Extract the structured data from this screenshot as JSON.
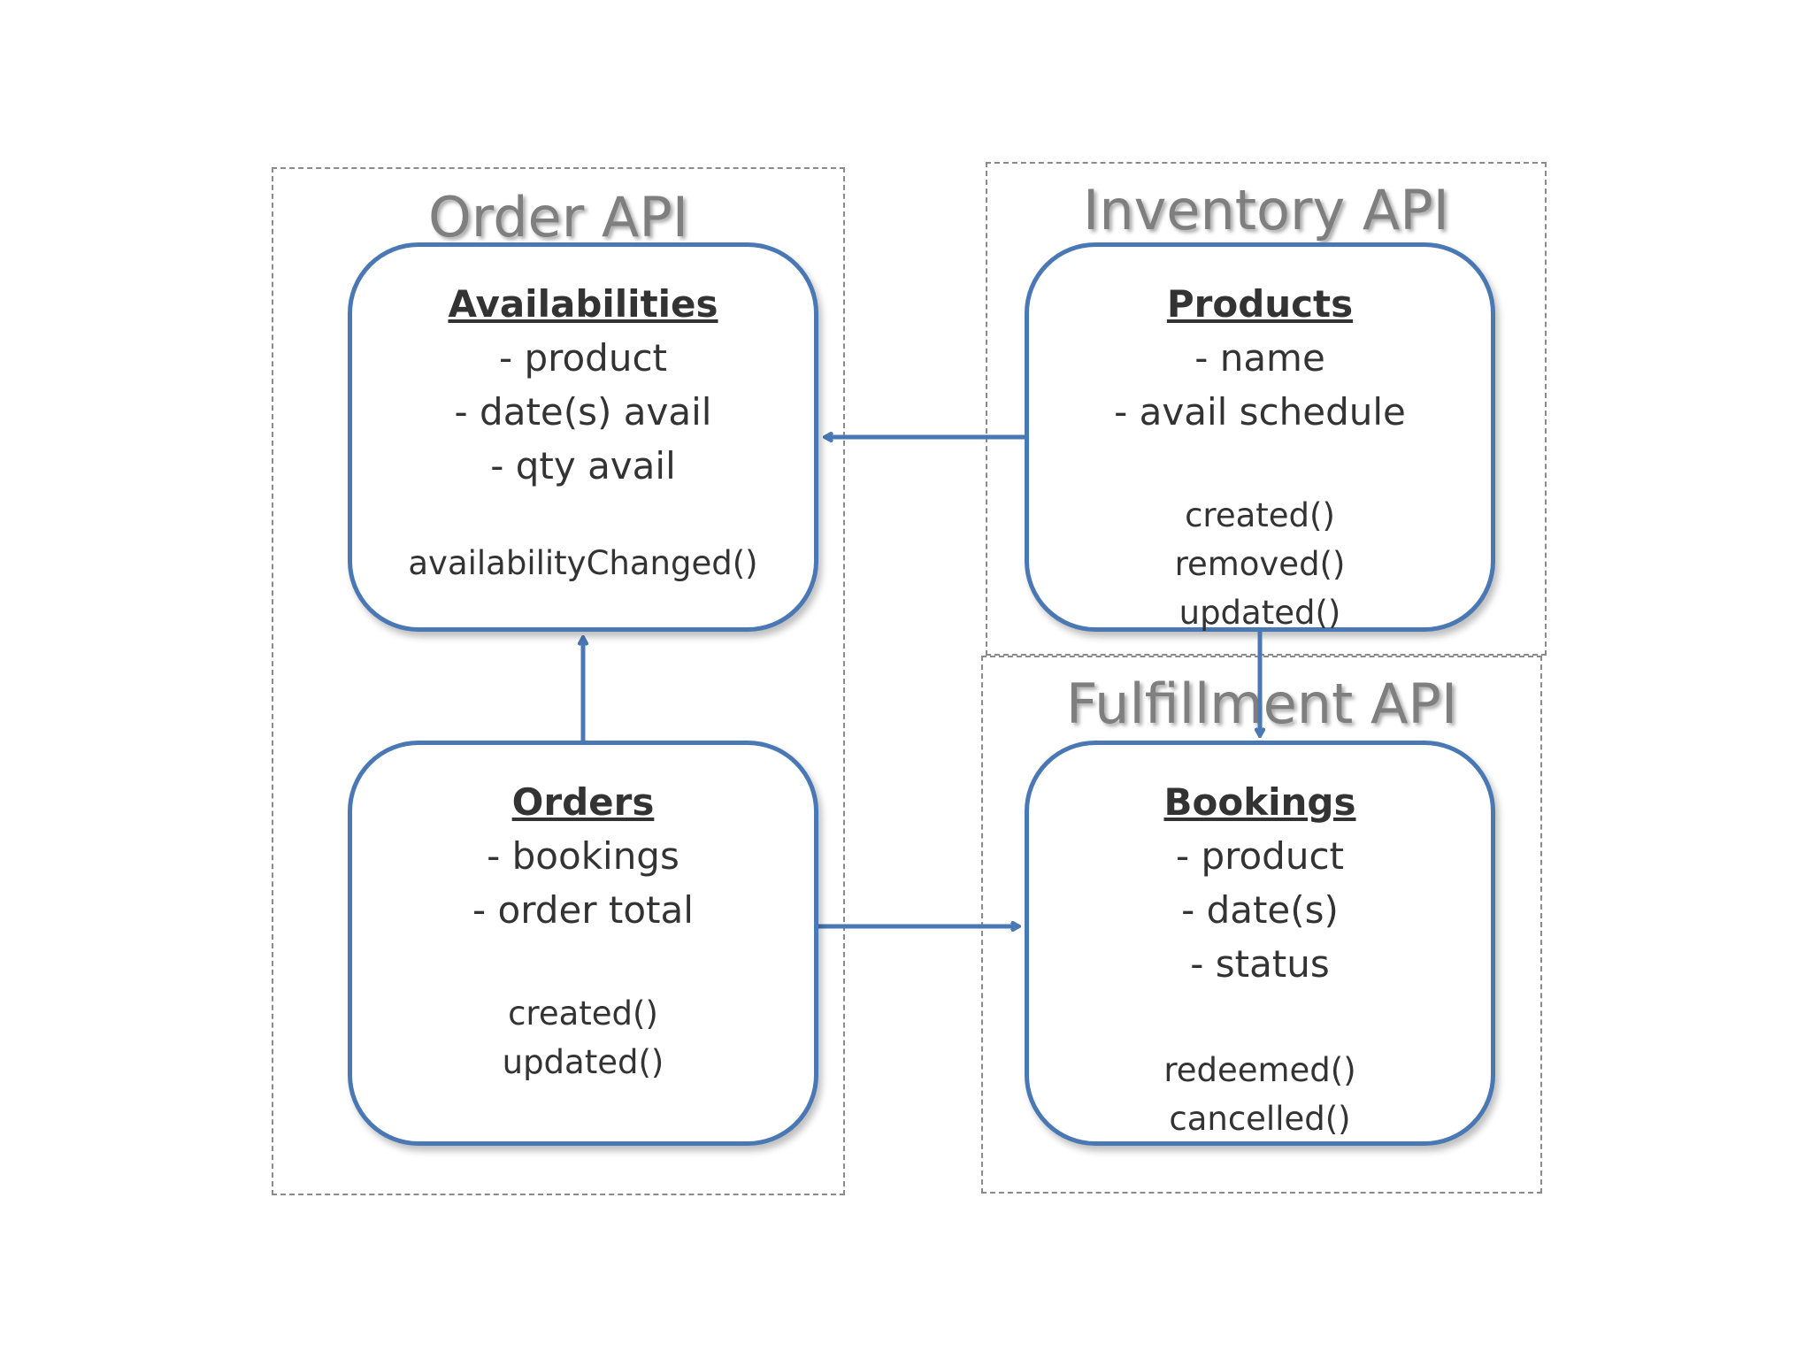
{
  "colors": {
    "box_border": "#4a78b5",
    "group_border": "#8a8a8a",
    "group_title": "#7f7f7f",
    "text": "#333333"
  },
  "groups": {
    "order": {
      "title": "Order API"
    },
    "inventory": {
      "title": "Inventory API"
    },
    "fulfillment": {
      "title": "Fulfillment API"
    }
  },
  "entities": {
    "availabilities": {
      "name": "Availabilities",
      "attributes": [
        "- product",
        "- date(s) avail",
        "- qty avail"
      ],
      "methods": [
        "availabilityChanged()"
      ]
    },
    "products": {
      "name": "Products",
      "attributes": [
        "- name",
        "- avail schedule"
      ],
      "methods": [
        "created()",
        "removed()",
        "updated()"
      ]
    },
    "orders": {
      "name": "Orders",
      "attributes": [
        "- bookings",
        "- order total"
      ],
      "methods": [
        "created()",
        "updated()"
      ]
    },
    "bookings": {
      "name": "Bookings",
      "attributes": [
        "- product",
        "- date(s)",
        "- status"
      ],
      "methods": [
        "redeemed()",
        "cancelled()"
      ]
    }
  },
  "arrows": [
    {
      "from": "Products",
      "to": "Availabilities"
    },
    {
      "from": "Orders",
      "to": "Availabilities"
    },
    {
      "from": "Products",
      "to": "Bookings"
    },
    {
      "from": "Orders",
      "to": "Bookings"
    }
  ]
}
